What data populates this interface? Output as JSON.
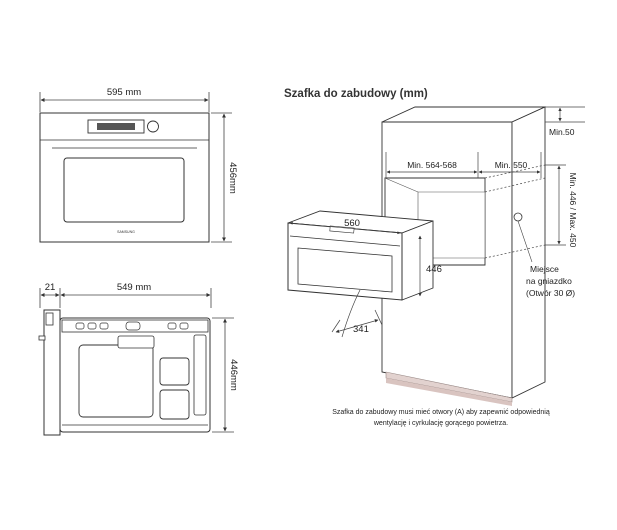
{
  "front_view": {
    "width_label": "595 mm",
    "height_label": "456mm",
    "brand": "SAMSUNG"
  },
  "side_view": {
    "panel_depth_label": "21",
    "depth_label": "549 mm",
    "height_label": "446mm"
  },
  "installation": {
    "title": "Szafka do zabudowy (mm)",
    "min_top": "Min.50",
    "min_inner_width": "Min. 564-568",
    "min_depth": "Min. 550",
    "min_height": "Min. 446 / Max. 450",
    "oven_width": "560",
    "oven_height": "446",
    "oven_depth": "341",
    "socket_line1": "Miejsce",
    "socket_line2": "na gniazdko",
    "socket_line3": "(Otwór 30 Ø)",
    "note_line1": "Szafka do zabudowy musi mieć otwory (A) aby zapewnić odpowiednią",
    "note_line2": "wentylację i cyrkulację gorącego powietrza."
  }
}
